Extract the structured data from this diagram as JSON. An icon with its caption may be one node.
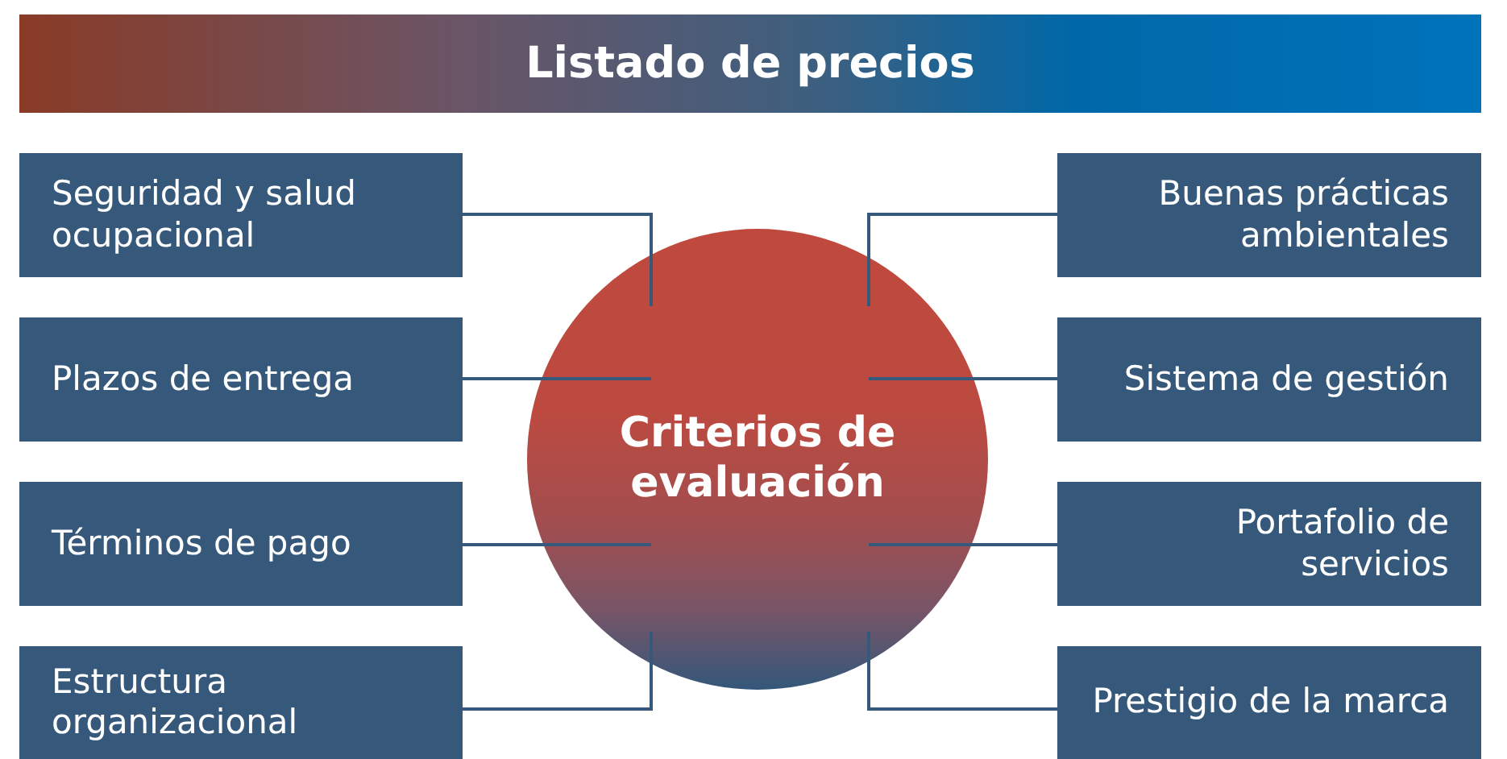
{
  "diagram": {
    "title": "Listado de precios",
    "nodes": [
      {
        "text": [
          "Criterios de evaluación"
        ]
      },
      {
        "text": [
          "Seguridad y salud ocupacional"
        ]
      },
      {
        "text": [
          "Buenas prácticas ambientales"
        ]
      },
      {
        "text": [
          "Plazos de entrega"
        ]
      },
      {
        "text": [
          "Sistema de gestión"
        ]
      },
      {
        "text": [
          "Términos de pago"
        ]
      },
      {
        "text": [
          "Portafolio de servicios"
        ]
      },
      {
        "text": [
          "Estructura organizacional"
        ]
      },
      {
        "text": [
          "Prestigio de la marca"
        ]
      }
    ],
    "edges": [
      {
        "from": 1,
        "to": 0,
        "arrow": "none"
      },
      {
        "from": 2,
        "to": 0,
        "arrow": "none"
      },
      {
        "from": 3,
        "to": 0,
        "arrow": "none"
      },
      {
        "from": 4,
        "to": 0,
        "arrow": "none"
      },
      {
        "from": 5,
        "to": 0,
        "arrow": "none"
      },
      {
        "from": 6,
        "to": 0,
        "arrow": "none"
      },
      {
        "from": 7,
        "to": 0,
        "arrow": "none"
      },
      {
        "from": 8,
        "to": 0,
        "arrow": "none"
      }
    ]
  }
}
